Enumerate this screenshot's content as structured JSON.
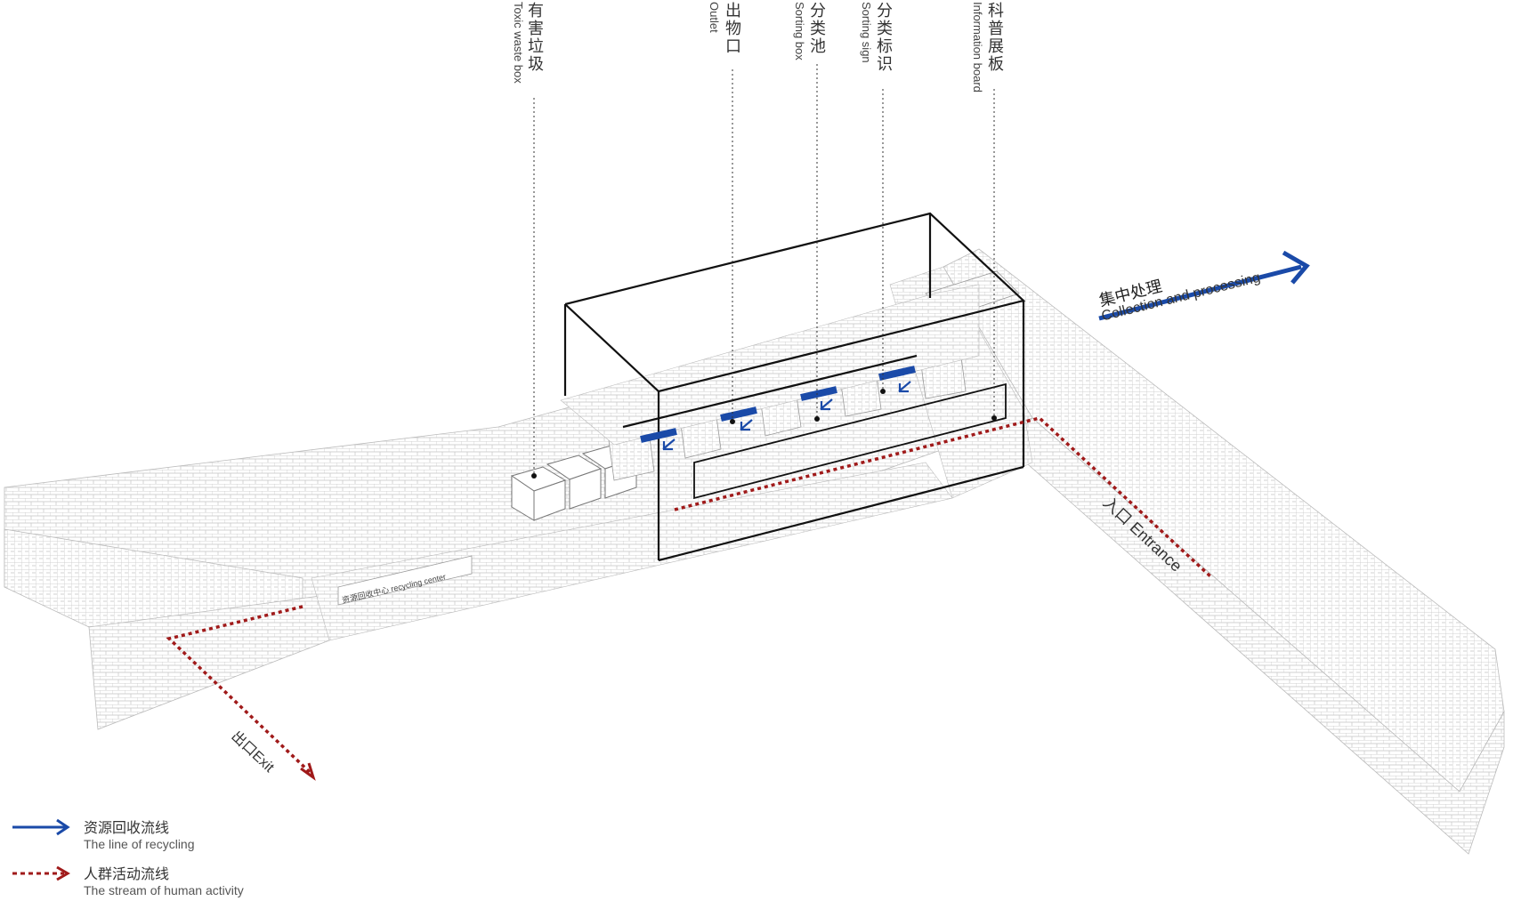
{
  "callouts": [
    {
      "zh": "有害垃圾",
      "en": "Toxic waste box"
    },
    {
      "zh": "出物口",
      "en": "Outlet"
    },
    {
      "zh": "分类池",
      "en": "Sorting box"
    },
    {
      "zh": "分类标识",
      "en": "Sorting sign"
    },
    {
      "zh": "科普展板",
      "en": "Information board"
    }
  ],
  "flow": {
    "collection_zh": "集中处理",
    "collection_en": "Collection and processing",
    "entrance": "入口 Entrance",
    "exit": "出口Exit"
  },
  "center_sign": "资源回收中心 recycling center",
  "legend": [
    {
      "zh": "资源回收流线",
      "en": "The line of recycling",
      "style": "solid",
      "color": "#1a4aa8"
    },
    {
      "zh": "人群活动流线",
      "en": "The stream of human activity",
      "style": "dotted",
      "color": "#a01a1a"
    }
  ],
  "colors": {
    "recycling": "#1a4aa8",
    "human": "#a01a1a",
    "brick": "#bdbdbd"
  }
}
